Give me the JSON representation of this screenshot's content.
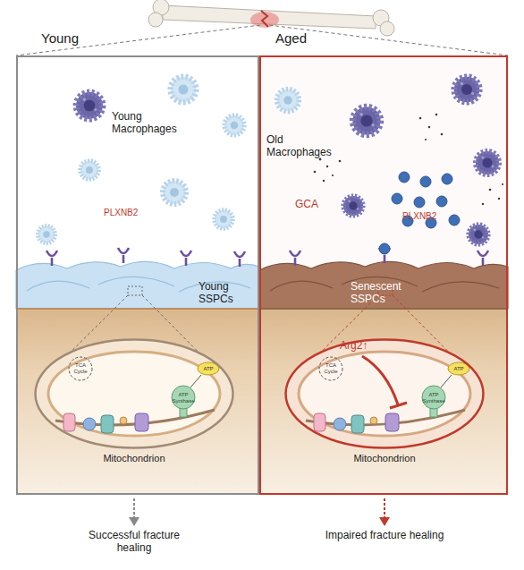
{
  "diagram": {
    "nodes": [
      {
        "text": [
          "Young"
        ]
      },
      {
        "text": [
          "Aged"
        ]
      },
      {
        "text": [
          "Mitochondrion"
        ],
        "in": 0
      },
      {
        "text": [
          "Mitochondrion"
        ],
        "in": 1
      }
    ],
    "labels": [
      "Young Macrophages",
      "PLXNB2",
      "Young SSPCs",
      "TCA Cycle",
      "ATP",
      "ATP Synthase",
      "Successful fracture healing",
      "Old Macrophages",
      "GCA",
      "PLXNB2",
      "Senescent SSPCs",
      "Arg2↑",
      "TCA Cycle",
      "ATP",
      "ATP Synthase",
      "Impaired fracture healing"
    ]
  }
}
